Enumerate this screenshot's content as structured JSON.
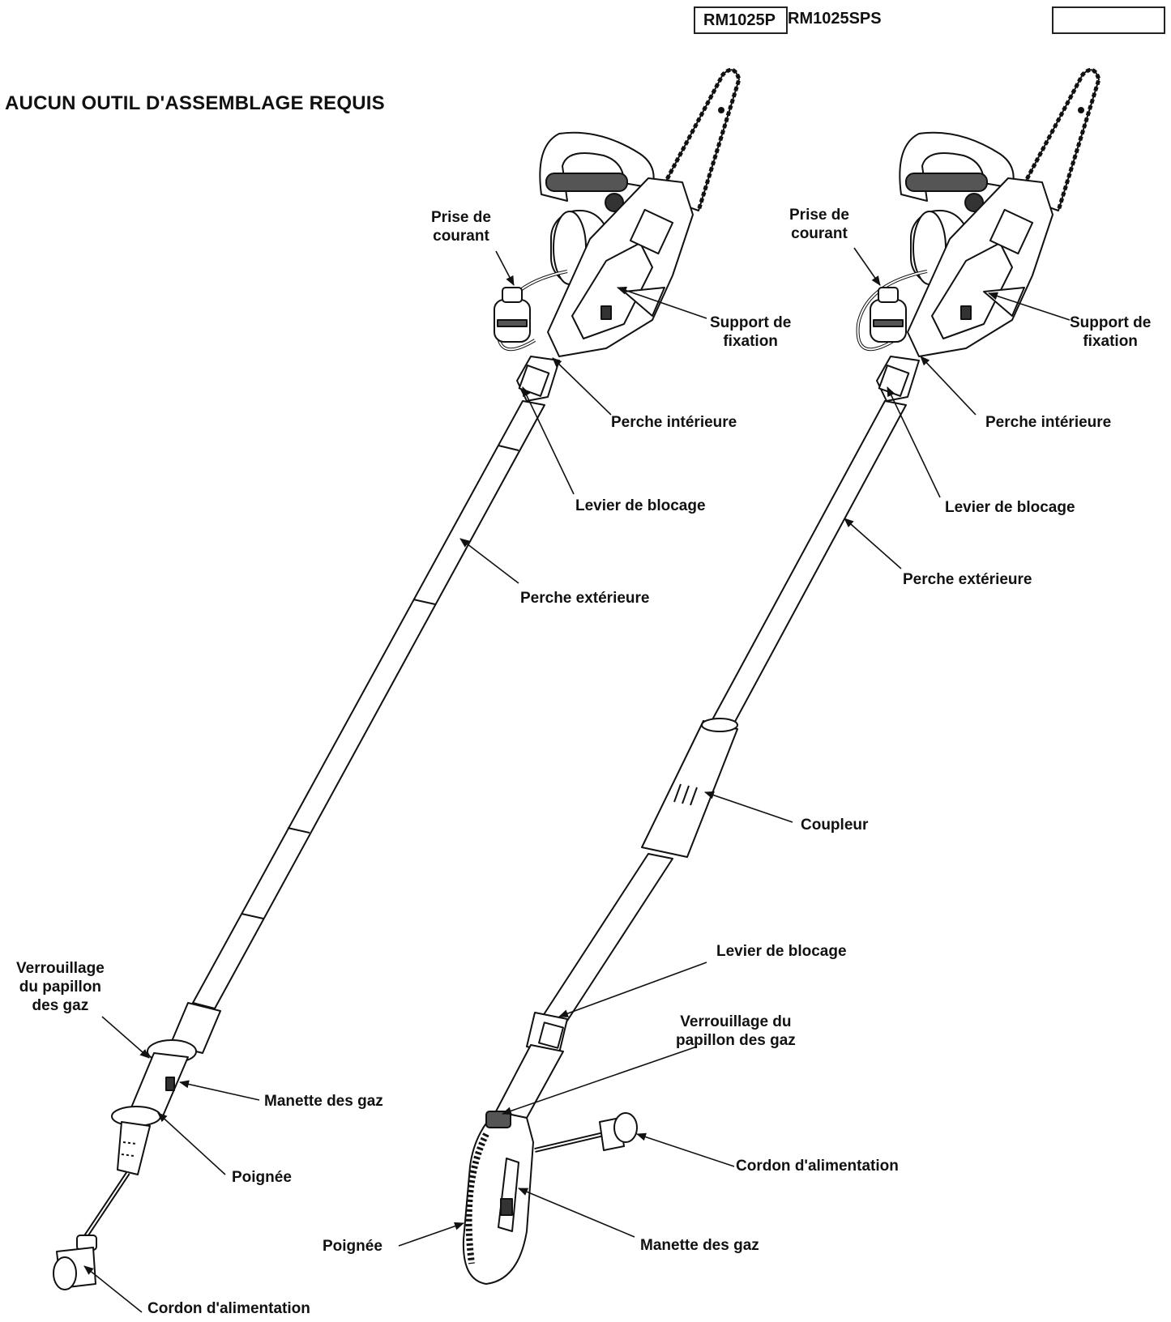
{
  "header": {
    "model_boxed": "RM1025P",
    "model_plain": "RM1025SPS",
    "title": "AUCUN OUTIL D'ASSEMBLAGE REQUIS"
  },
  "left": {
    "prise": [
      "Prise de",
      "courant"
    ],
    "support": [
      "Support de",
      "fixation"
    ],
    "perche_int": "Perche intérieure",
    "levier": "Levier de blocage",
    "perche_ext": "Perche extérieure",
    "verrou": [
      "Verrouillage",
      "du papillon",
      "des gaz"
    ],
    "manette": "Manette des gaz",
    "poignee": "Poignée",
    "cordon": "Cordon d'alimentation"
  },
  "right": {
    "prise": [
      "Prise de",
      "courant"
    ],
    "support": [
      "Support de",
      "fixation"
    ],
    "perche_int": "Perche intérieure",
    "levier_top": "Levier de blocage",
    "perche_ext": "Perche extérieure",
    "coupleur": "Coupleur",
    "levier_bottom": "Levier de blocage",
    "verrou": [
      "Verrouillage du",
      "papillon des gaz"
    ],
    "cordon": "Cordon d'alimentation",
    "manette": "Manette des gaz",
    "poignee": "Poignée"
  }
}
